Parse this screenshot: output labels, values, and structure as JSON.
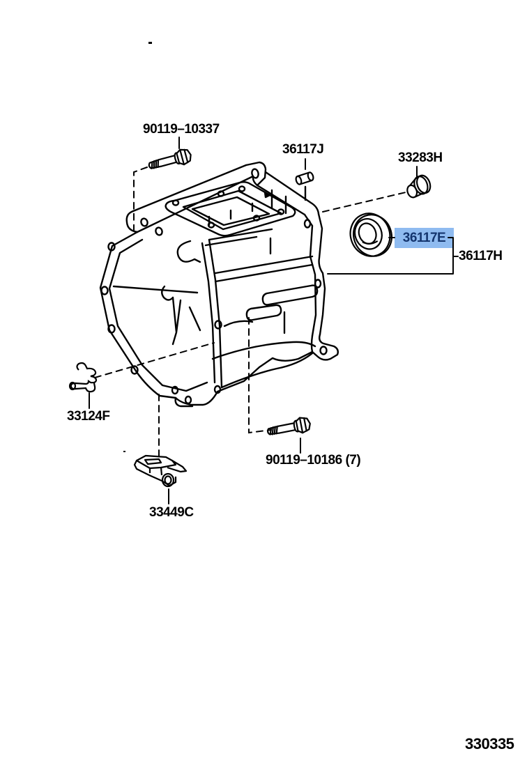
{
  "diagram": {
    "figure_code": "330335",
    "background_color": "#ffffff",
    "line_color": "#000000",
    "highlight": {
      "bg": "#8fbbf0",
      "text_color": "#14356e"
    },
    "parts": [
      {
        "id": "bolt-90119-10337",
        "label": "90119–10337"
      },
      {
        "id": "pin-36117j",
        "label": "36117J"
      },
      {
        "id": "plug-33283h",
        "label": "33283H"
      },
      {
        "id": "seal-36117e",
        "label": "36117E",
        "highlighted": true
      },
      {
        "id": "group-36117h",
        "label": "36117H"
      },
      {
        "id": "bracket-33124f",
        "label": "33124F"
      },
      {
        "id": "bolt-90119-10186",
        "label": "90119–10186 (7)"
      },
      {
        "id": "clip-33449c",
        "label": "33449C"
      }
    ]
  }
}
